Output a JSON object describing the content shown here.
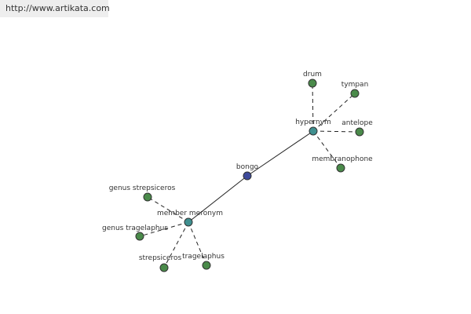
{
  "header": {
    "url": "http://www.artikata.com"
  },
  "colors": {
    "center_node": "#3d4a9b",
    "hub_node": "#3f8f8f",
    "leaf_node": "#4a8a4a"
  },
  "nodes": [
    {
      "id": "bongo",
      "label": "bongo",
      "kind": "center"
    },
    {
      "id": "hypernym",
      "label": "hypernym",
      "kind": "hub"
    },
    {
      "id": "member_meronym",
      "label": "member meronym",
      "kind": "hub"
    },
    {
      "id": "drum",
      "label": "drum",
      "kind": "leaf"
    },
    {
      "id": "tympan",
      "label": "tympan",
      "kind": "leaf"
    },
    {
      "id": "antelope",
      "label": "antelope",
      "kind": "leaf"
    },
    {
      "id": "membranophone",
      "label": "membranophone",
      "kind": "leaf"
    },
    {
      "id": "genus_strepsiceros",
      "label": "genus strepsiceros",
      "kind": "leaf"
    },
    {
      "id": "genus_tragelaphus",
      "label": "genus tragelaphus",
      "kind": "leaf"
    },
    {
      "id": "strepsiceros",
      "label": "strepsiceros",
      "kind": "leaf"
    },
    {
      "id": "tragelaphus",
      "label": "tragelaphus",
      "kind": "leaf"
    }
  ],
  "edges": [
    {
      "from": "bongo",
      "to": "hypernym",
      "style": "solid"
    },
    {
      "from": "bongo",
      "to": "member_meronym",
      "style": "solid"
    },
    {
      "from": "hypernym",
      "to": "drum",
      "style": "dashed"
    },
    {
      "from": "hypernym",
      "to": "tympan",
      "style": "dashed"
    },
    {
      "from": "hypernym",
      "to": "antelope",
      "style": "dashed"
    },
    {
      "from": "hypernym",
      "to": "membranophone",
      "style": "dashed"
    },
    {
      "from": "member_meronym",
      "to": "genus_strepsiceros",
      "style": "dashed"
    },
    {
      "from": "member_meronym",
      "to": "genus_tragelaphus",
      "style": "dashed"
    },
    {
      "from": "member_meronym",
      "to": "strepsiceros",
      "style": "dashed"
    },
    {
      "from": "member_meronym",
      "to": "tragelaphus",
      "style": "dashed"
    }
  ]
}
